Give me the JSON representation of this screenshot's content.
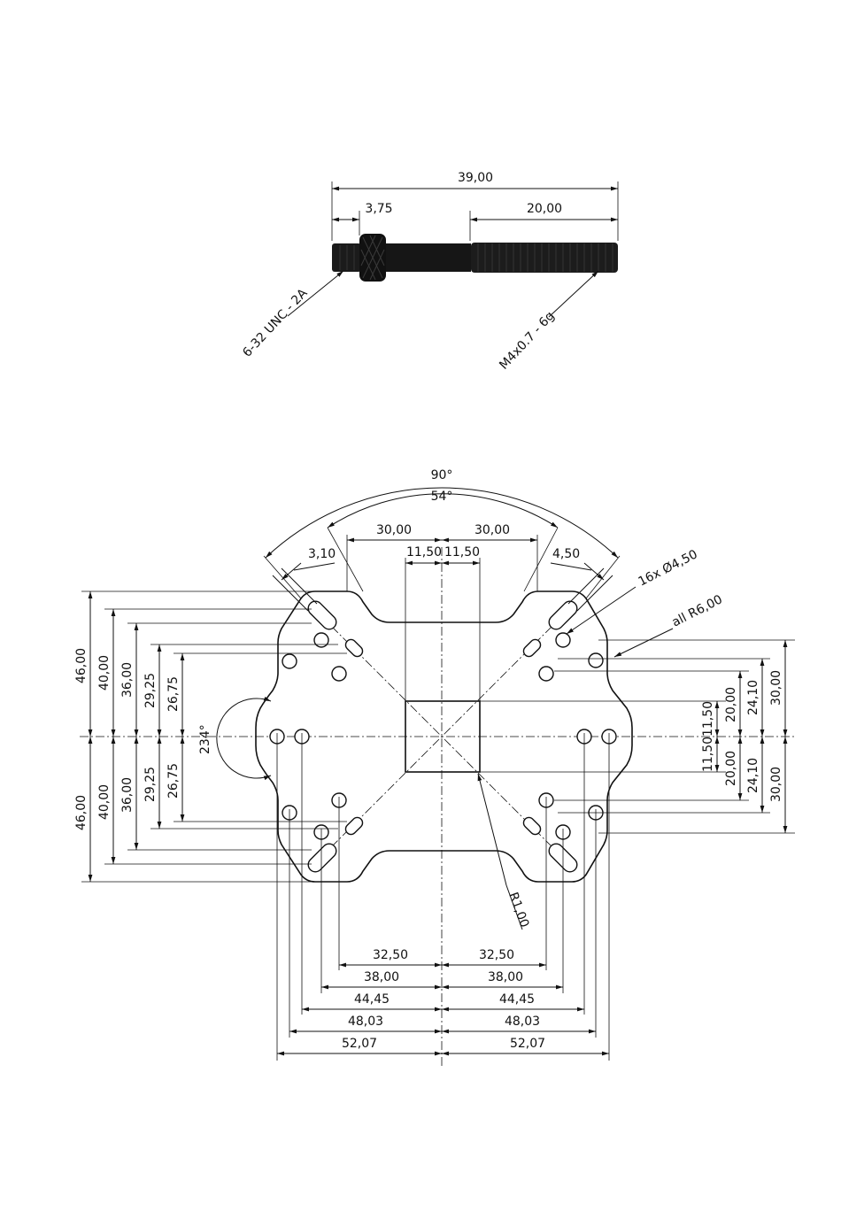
{
  "screw": {
    "dims": {
      "overall": "39,00",
      "head": "3,75",
      "thread": "20,00"
    },
    "callouts": {
      "left_thread": "6-32 UNC - 2A",
      "right_thread": "M4x0.7 - 6g"
    }
  },
  "plate": {
    "angles": {
      "outer": "90°",
      "inner": "54°",
      "notch": "234°"
    },
    "top_dims": {
      "left_30": "30,00",
      "right_30": "30,00",
      "left_11": "11,50",
      "right_11": "11,50",
      "left_small": "3,10",
      "right_small": "4,50"
    },
    "callouts": {
      "holes": "16x Ø4,50",
      "radius_all": "all R6,00",
      "radius_center": "R1,00"
    },
    "left_dims": {
      "upper": [
        "46,00",
        "40,00",
        "36,00",
        "29,25",
        "26,75"
      ],
      "lower": [
        "46,00",
        "40,00",
        "36,00",
        "29,25",
        "26,75"
      ]
    },
    "right_dims": {
      "upper": [
        "30,00",
        "24,10",
        "20,00",
        "11,50"
      ],
      "lower": [
        "30,00",
        "24,10",
        "20,00",
        "11,50"
      ]
    },
    "bottom_dims": {
      "left": [
        "32,50",
        "38,00",
        "44,45",
        "48,03",
        "52,07"
      ],
      "right": [
        "32,50",
        "38,00",
        "44,45",
        "48,03",
        "52,07"
      ]
    }
  }
}
